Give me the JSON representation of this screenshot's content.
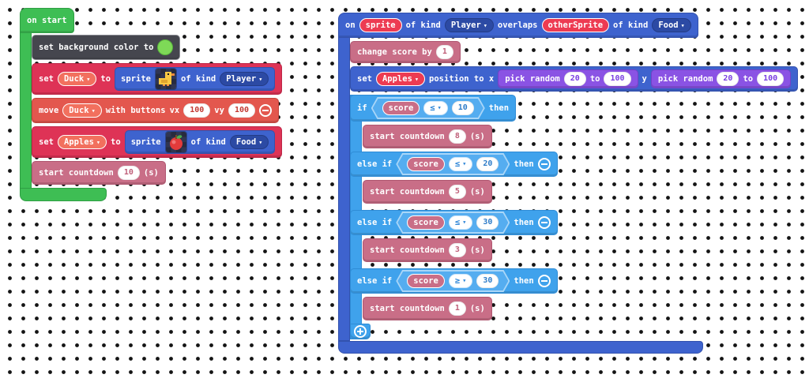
{
  "colors": {
    "event_green": "#3EBE54",
    "scene_dark": "#45464E",
    "variables_red": "#DE3356",
    "controller_red": "#E3574E",
    "info_rose": "#C96E87",
    "sprites_blue": "#3E63CE",
    "logic_blue": "#3FA2EC",
    "math_purple": "#8A53E4",
    "background_color_swatch": "#7ED957"
  },
  "left": {
    "on_start": "on start",
    "scene": {
      "label": "set background color to"
    },
    "set_player": {
      "set": "set",
      "var": "Duck",
      "to": "to",
      "sprite": "sprite",
      "of_kind": "of kind",
      "kind": "Player"
    },
    "move": {
      "move": "move",
      "var": "Duck",
      "with_buttons": "with buttons",
      "vx_label": "vx",
      "vx": "100",
      "vy_label": "vy",
      "vy": "100"
    },
    "set_food": {
      "set": "set",
      "var": "Apples",
      "to": "to",
      "sprite": "sprite",
      "of_kind": "of kind",
      "kind": "Food"
    },
    "countdown": {
      "label": "start countdown",
      "value": "10",
      "unit": "(s)"
    }
  },
  "right": {
    "header": {
      "on": "on",
      "sprite": "sprite",
      "of_kind_1": "of kind",
      "kind_1": "Player",
      "overlaps": "overlaps",
      "other_sprite": "otherSprite",
      "of_kind_2": "of kind",
      "kind_2": "Food"
    },
    "change_score": {
      "label": "change score by",
      "value": "1"
    },
    "set_position": {
      "set": "set",
      "var": "Apples",
      "label": "position to x",
      "y_label": "y",
      "rand_x": {
        "label": "pick random",
        "min": "20",
        "to": "to",
        "max": "100"
      },
      "rand_y": {
        "label": "pick random",
        "min": "20",
        "to": "to",
        "max": "100"
      }
    },
    "if_block": {
      "rows": [
        {
          "keyword": "if",
          "var": "score",
          "op": "≤",
          "value": "10",
          "then": "then"
        },
        {
          "keyword": "else if",
          "var": "score",
          "op": "≤",
          "value": "20",
          "then": "then"
        },
        {
          "keyword": "else if",
          "var": "score",
          "op": "≤",
          "value": "30",
          "then": "then"
        },
        {
          "keyword": "else if",
          "var": "score",
          "op": "≥",
          "value": "30",
          "then": "then"
        }
      ],
      "branches": [
        {
          "label": "start countdown",
          "value": "8",
          "unit": "(s)"
        },
        {
          "label": "start countdown",
          "value": "5",
          "unit": "(s)"
        },
        {
          "label": "start countdown",
          "value": "3",
          "unit": "(s)"
        },
        {
          "label": "start countdown",
          "value": "1",
          "unit": "(s)"
        }
      ]
    }
  }
}
